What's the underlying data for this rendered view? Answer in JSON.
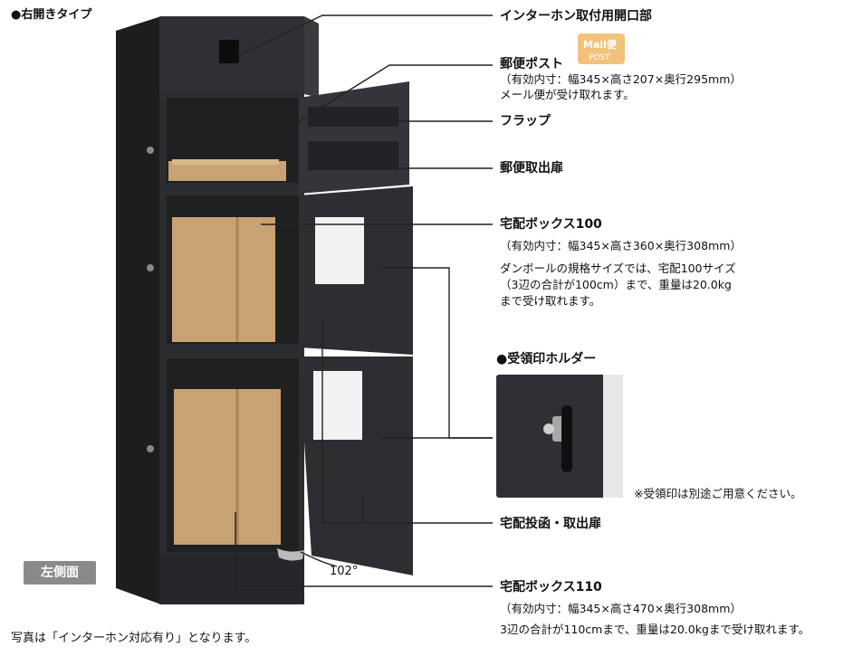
{
  "header": {
    "type_label": "●右開きタイプ"
  },
  "callouts": {
    "intercom": {
      "title": "インターホン取付用開口部"
    },
    "mail_post": {
      "title": "郵便ポスト",
      "dims": "（有効内寸：幅345×高さ207×奥行295mm）",
      "note": "メール便が受け取れます。"
    },
    "flap": {
      "title": "フラップ"
    },
    "mail_door": {
      "title": "郵便取出扉"
    },
    "box100": {
      "title": "宅配ボックス100",
      "dims": "（有効内寸：幅345×高さ360×奥行308mm）",
      "note_lines": [
        "ダンボールの規格サイズでは、宅配100サイズ",
        "（3辺の合計が100cm）まで、重量は20.0kg",
        "まで受け取れます。"
      ]
    },
    "holder": {
      "title": "●受領印ホルダー",
      "note": "※受領印は別途ご用意ください。"
    },
    "delivery_door": {
      "title": "宅配投函・取出扉"
    },
    "box110": {
      "title": "宅配ボックス110",
      "dims": "（有効内寸：幅345×高さ470×奥行308mm）",
      "note": "3辺の合計が110cmまで、重量は20.0kgまで受け取れます。"
    }
  },
  "angle_label": "102°",
  "side_label": "左側面",
  "footer_note": "写真は「インターホン対応有り」となります。",
  "logo": {
    "line1": "Mail便",
    "line2": "POST"
  },
  "colors": {
    "cabinet": "#2a2b2d",
    "cabinet_edge": "#3c3d40",
    "cardboard": "#c9a273",
    "line": "#222222",
    "side_tag": "#8a8a8a"
  }
}
